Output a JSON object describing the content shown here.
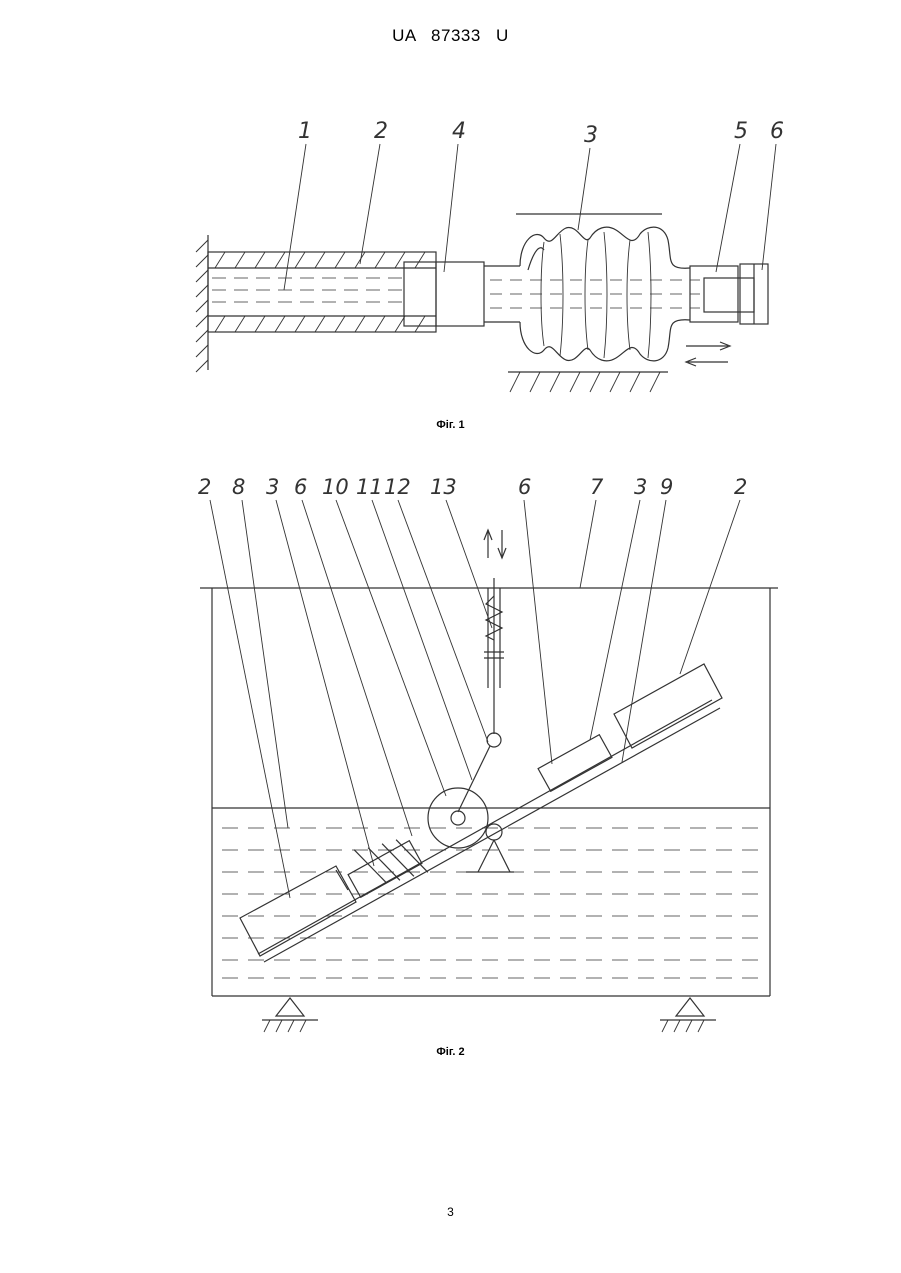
{
  "header": {
    "patent_id": "UA 87333 U"
  },
  "figure1": {
    "caption": "Фіг. 1",
    "labels": [
      "1",
      "2",
      "4",
      "3",
      "5",
      "6"
    ]
  },
  "figure2": {
    "caption": "Фіг. 2",
    "labels": [
      "2",
      "8",
      "3",
      "6",
      "10",
      "11",
      "12",
      "13",
      "6",
      "7",
      "3",
      "9",
      "2"
    ]
  },
  "footer": {
    "page_number": "3"
  },
  "colors": {
    "ink": "#333333",
    "paper": "#ffffff"
  }
}
